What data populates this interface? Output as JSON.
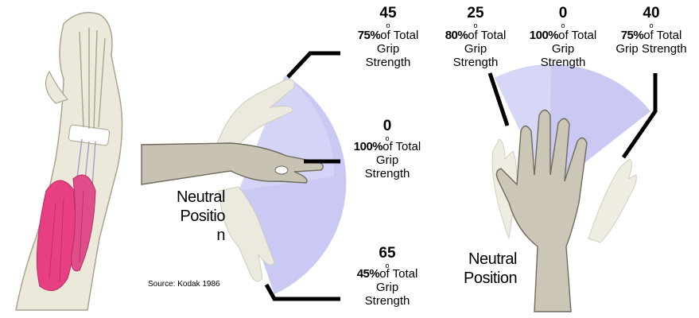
{
  "wrist_diagram": {
    "top": {
      "angle": "45",
      "percent": "75%",
      "suffix": "of Total",
      "line2": "Grip",
      "line3": "Strength"
    },
    "middle": {
      "angle": "0",
      "percent": "100%",
      "suffix": "of Total",
      "line2": "Grip",
      "line3": "Strength"
    },
    "bottom": {
      "angle": "65",
      "percent": "45%",
      "suffix": "of Total",
      "line2": "Grip",
      "line3": "Strength"
    },
    "neutral": {
      "line1": "Neutral",
      "line2": "Positio",
      "line3": "n"
    },
    "source": "Source: Kodak 1986"
  },
  "ulnar_diagram": {
    "left": {
      "angle": "25",
      "percent": "80%",
      "suffix": "of Total",
      "line2": "Grip",
      "line3": "Strength"
    },
    "center": {
      "angle": "0",
      "percent": "100%",
      "suffix": "of Total",
      "line2": "Grip",
      "line3": "Strength"
    },
    "right": {
      "angle": "40",
      "percent": "75%",
      "suffix": "of Total",
      "line2": "Grip Strength"
    },
    "neutral": {
      "line1": "Neutral",
      "line2": "Position"
    }
  },
  "colors": {
    "muscle": "#e83e82",
    "sector": "#c9c9f4",
    "hand_skin": "#e7e3d6",
    "hand_shade": "#c7c2b1",
    "leader": "#000000"
  }
}
